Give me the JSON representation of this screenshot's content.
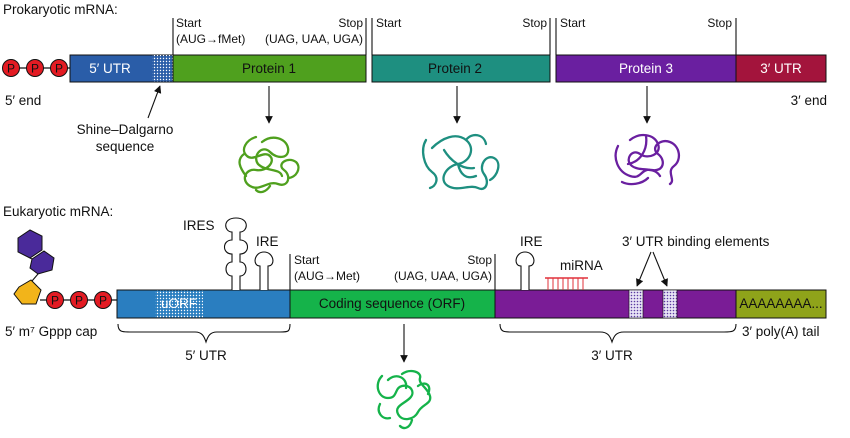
{
  "colors": {
    "phosphate": "#e31b23",
    "utr5_pro": "#2a5da8",
    "protein1": "#4fa01e",
    "protein2": "#1e8f80",
    "protein3": "#6a1fa0",
    "utr3_pro": "#a3143c",
    "utr5_euk": "#2a7ec0",
    "orf_euk": "#15b34a",
    "utr3_euk": "#7a1c96",
    "polya": "#8fa31a",
    "mirna": "#e0303a",
    "cap_hex": "#4a2a9a",
    "cap_pent": "#f2b41a"
  },
  "prokaryotic": {
    "heading": "Prokaryotic mRNA:",
    "phosphates": [
      "P",
      "P",
      "P"
    ],
    "five_end": "5′ end",
    "three_end": "3′ end",
    "utr5": "5′ UTR",
    "protein1": "Protein 1",
    "protein2": "Protein 2",
    "protein3": "Protein 3",
    "utr3": "3′ UTR",
    "start1": "Start",
    "start1_codon": "(AUG→fMet)",
    "stop1": "Stop",
    "stop_codons": "(UAG, UAA, UGA)",
    "start2": "Start",
    "stop2": "Stop",
    "start3": "Start",
    "stop3": "Stop",
    "sd_line1": "Shine–Dalgarno",
    "sd_line2": "sequence"
  },
  "eukaryotic": {
    "heading": "Eukaryotic mRNA:",
    "phosphates": [
      "P",
      "P",
      "P"
    ],
    "cap_label": "5′ m⁷ Gppp cap",
    "uorf": "uORF",
    "ires": "IRES",
    "ire1": "IRE",
    "start": "Start",
    "start_codon": "(AUG→Met)",
    "stop": "Stop",
    "stop_codons": "(UAG, UAA, UGA)",
    "orf": "Coding sequence (ORF)",
    "ire2": "IRE",
    "mirna": "miRNA",
    "binding": "3′ UTR binding elements",
    "polya": "AAAAAAAA...",
    "utr5": "5′ UTR",
    "utr3": "3′ UTR",
    "polya_label": "3′ poly(A) tail"
  }
}
